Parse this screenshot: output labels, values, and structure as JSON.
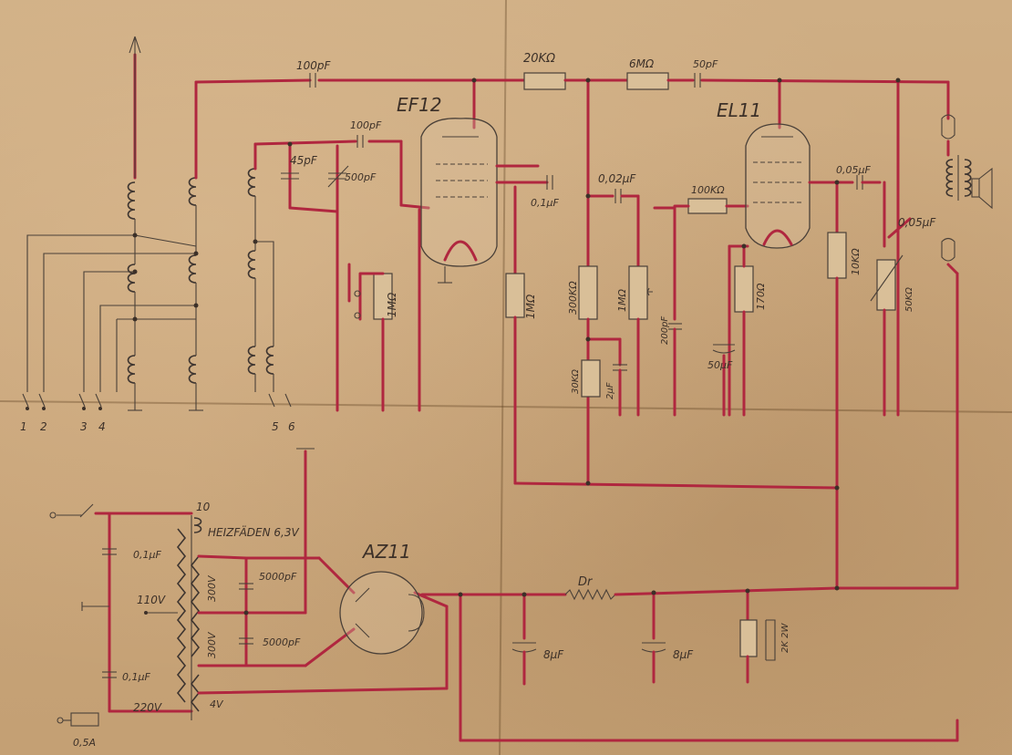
{
  "tubes": {
    "ef12": "EF12",
    "el11": "EL11",
    "az11": "AZ11"
  },
  "capacitors": {
    "c_100pf_in": "100pF",
    "c_100pf_grid": "100pF",
    "c_45pf": "45pF",
    "c_500pf": "500pF",
    "c_01uf": "0,1μF",
    "c_002uf": "0,02μF",
    "c_50pf": "50pF",
    "c_005uf_out": "0,05μF",
    "c_005uf_vol": "0,05μF",
    "c_200pf": "200pF",
    "c_2uf": "2μF",
    "c_50uf": "50μF",
    "c_8uf_a": "8μF",
    "c_8uf_b": "8μF",
    "c_5000pf_a": "5000pF",
    "c_5000pf_b": "5000pF",
    "c_01uf_mains_a": "0,1μF",
    "c_01uf_mains_b": "0,1μF"
  },
  "resistors": {
    "r_20k": "20KΩ",
    "r_6m": "6MΩ",
    "r_1m_grid": "1MΩ",
    "r_1m_plate": "1MΩ",
    "r_300k": "300KΩ",
    "r_1m_vol": "1MΩ",
    "r_100k": "100KΩ",
    "r_170": "170Ω",
    "r_10k": "10KΩ",
    "r_50k": "50KΩ",
    "r_30k": "30KΩ"
  },
  "power": {
    "heater": "HEIZFÄDEN 6,3V",
    "turns_10": "10",
    "tap_110": "110V",
    "tap_220": "220V",
    "winding_a": "300V",
    "winding_b": "300V",
    "rect_heater": "4V",
    "choke": "Dr",
    "fuse": "0,5A",
    "rk": "2K 2W"
  },
  "terminals": [
    "1",
    "2",
    "3",
    "4",
    "5",
    "6"
  ]
}
